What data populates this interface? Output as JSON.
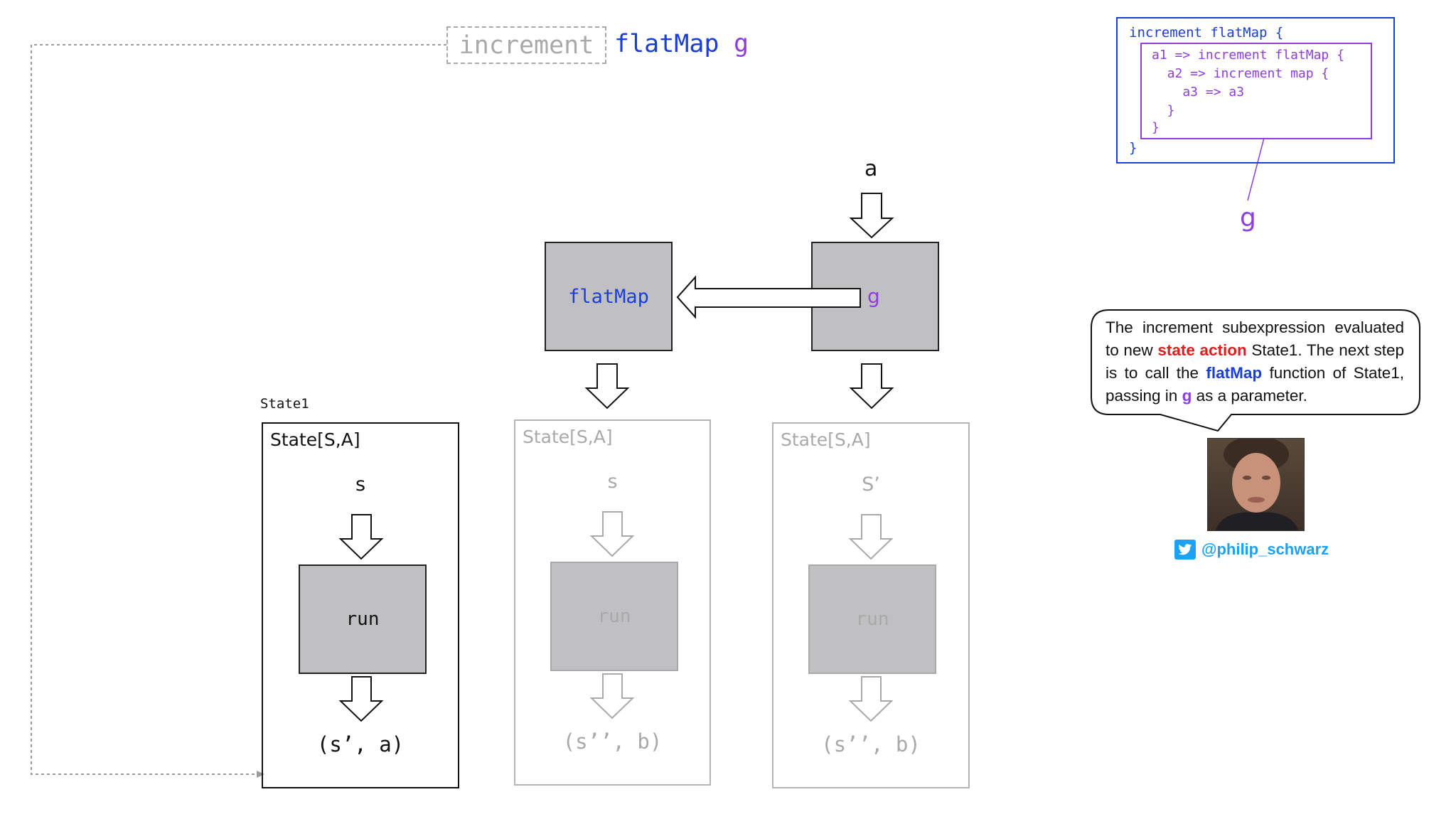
{
  "header": {
    "expr_increment": "increment",
    "expr_flatmap": "flatMap",
    "expr_g": "g"
  },
  "code_box": {
    "outer_lines": [
      "increment flatMap {",
      "}"
    ],
    "inner_lines": [
      "a1 => increment flatMap {",
      "  a2 => increment map {",
      "    a3 => a3",
      "  }",
      "}"
    ],
    "callout_label": "g"
  },
  "diagram": {
    "input_label": "a",
    "flatmap_box_label": "flatMap",
    "g_box_label": "g",
    "state1_label": "State1",
    "states": [
      {
        "title": "State[S,A]",
        "input": "s",
        "run": "run",
        "result": "(s’, a)"
      },
      {
        "title": "State[S,A]",
        "input": "s",
        "run": "run",
        "result": "(s’’, b)"
      },
      {
        "title": "State[S,A]",
        "input": "S’",
        "run": "run",
        "result": "(s’’, b)"
      }
    ]
  },
  "speech_bubble": {
    "parts": [
      "The increment subexpression evaluated to new ",
      "state action",
      " State1. The next step is to call the ",
      "flatMap",
      " function of State1, passing in ",
      "g",
      " as a parameter."
    ]
  },
  "author": {
    "handle": "@philip_schwarz",
    "icon": "twitter-bird-icon"
  },
  "colors": {
    "flatmap_blue": "#1a3fd6",
    "g_purple": "#8e3de0",
    "state_action_red": "#e21b1b",
    "twitter_blue": "#1da1f2",
    "box_gray": "#c0bfc1"
  }
}
